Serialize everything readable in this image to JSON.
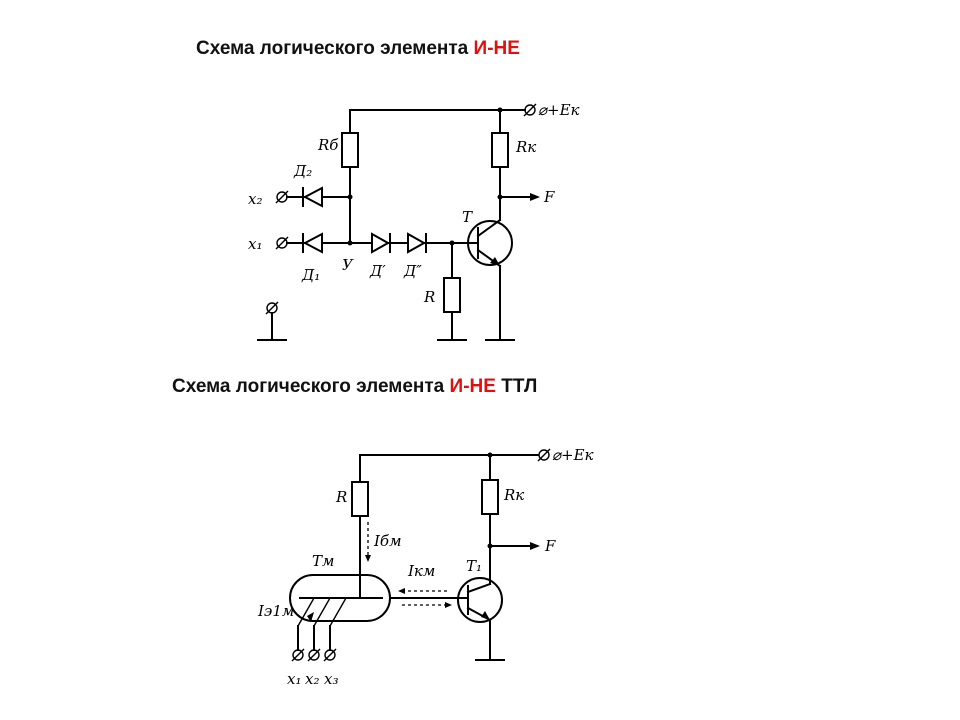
{
  "title1": {
    "prefix": "Схема логического элемента ",
    "accent": "И-НЕ",
    "suffix": ""
  },
  "title2": {
    "prefix": "Схема логического элемента ",
    "accent": "И-НЕ",
    "suffix": " ТТЛ"
  },
  "colors": {
    "accent": "#e01010",
    "text": "#111111",
    "wire": "#000000"
  },
  "diagram1": {
    "supply": "⌀+Eк",
    "rb": "Rб",
    "rk": "Rк",
    "out": "F",
    "x2": "x₂",
    "x1": "x₁",
    "d2": "Д₂",
    "d1": "Д₁",
    "node_y": "У",
    "dprime": "Д′",
    "ddprime": "Д″",
    "r": "R",
    "transistor": "T",
    "ground": "⌀"
  },
  "diagram2": {
    "supply": "⌀+Eк",
    "r": "R",
    "rk": "Rк",
    "ibm": "Iбм",
    "tm": "Tм",
    "ikm": "Iкм",
    "out": "F",
    "t1": "T₁",
    "i3im": "Iэ1м",
    "x1": "x₁",
    "x2": "x₂",
    "x3": "x₃"
  }
}
